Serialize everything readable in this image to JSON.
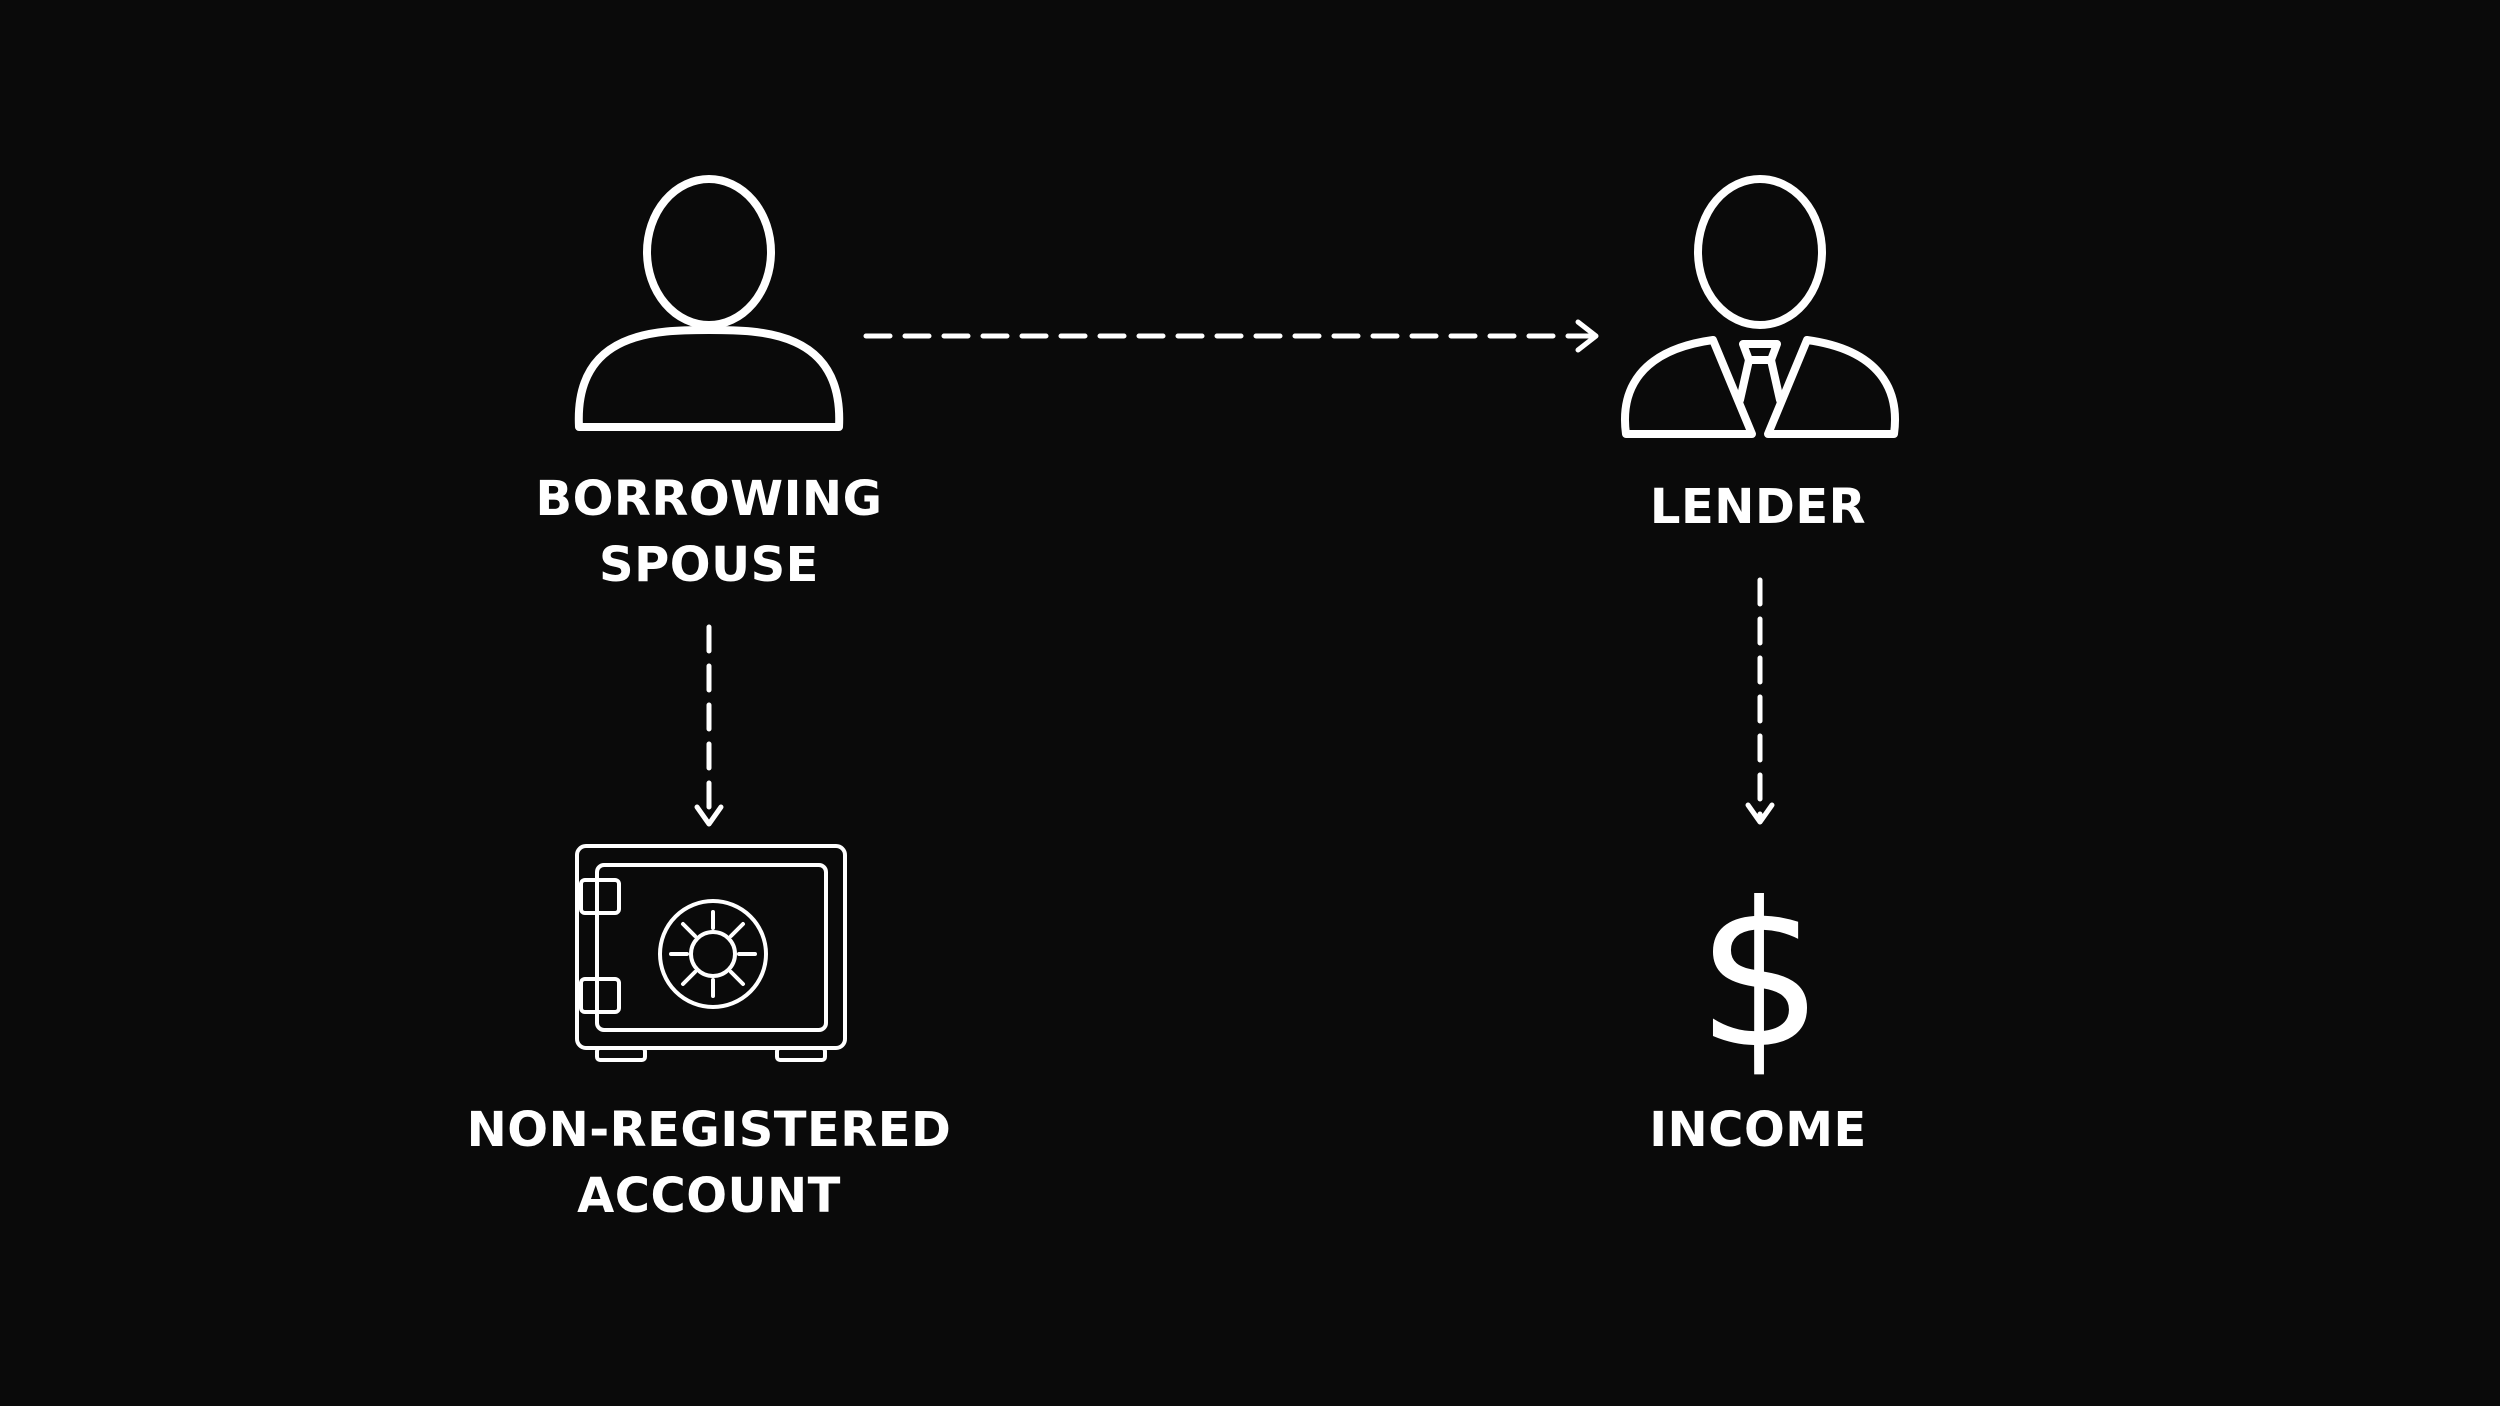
{
  "diagram": {
    "nodes": {
      "borrower": {
        "icon": "person-icon",
        "lines": [
          "BORROWING",
          "SPOUSE"
        ]
      },
      "lender": {
        "icon": "businessman-icon",
        "lines": [
          "LENDER"
        ]
      },
      "account": {
        "icon": "safe-icon",
        "lines": [
          "NON-REGISTERED",
          "ACCOUNT"
        ]
      },
      "income": {
        "icon": "dollar-icon",
        "symbol": "$",
        "lines": [
          "INCOME"
        ]
      }
    },
    "edges": [
      {
        "from": "borrower",
        "to": "lender",
        "style": "dashed"
      },
      {
        "from": "borrower",
        "to": "account",
        "style": "dashed"
      },
      {
        "from": "lender",
        "to": "income",
        "style": "dashed"
      }
    ]
  },
  "colors": {
    "background": "#0a0a0a",
    "foreground": "#ffffff"
  }
}
